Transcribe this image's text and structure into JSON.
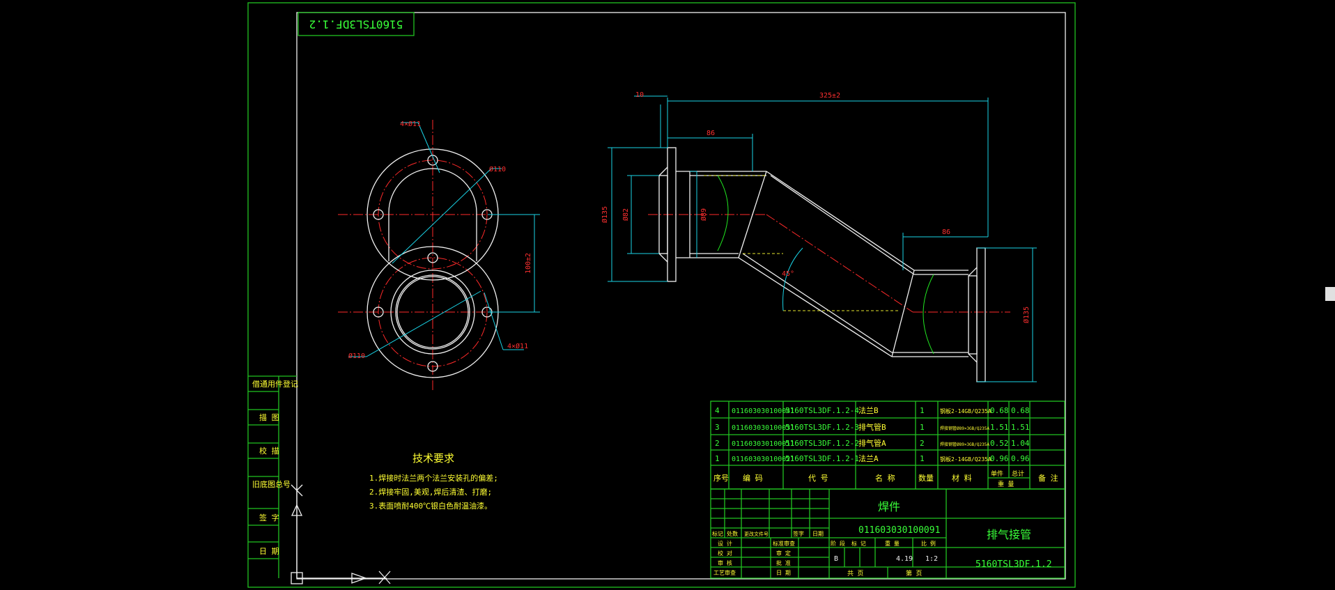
{
  "drawing": {
    "stamp_mirrored": "5160TSL3DF.1.2",
    "dims": {
      "d10": "10",
      "d325": "325±2",
      "d86a": "86",
      "d86b": "86",
      "d135a": "Ø135",
      "d135b": "Ø135",
      "d82": "Ø82",
      "d89": "Ø89",
      "d110a": "Ø110",
      "d110b": "Ø110",
      "holes_a": "4×Ø11",
      "holes_b": "4×Ø11",
      "d100": "100±2",
      "ang": "45°"
    },
    "tech": {
      "title": "技术要求",
      "lines": [
        "1.焊接时法兰两个法兰安装孔的偏差;",
        "2.焊接牢固,美观,焊后清渣、打磨;",
        "3.表面喷耐400℃银白色耐温油漆。"
      ]
    },
    "side_labels": [
      "借通用件登记",
      "描 图",
      "校 描",
      "旧底图总号",
      "签 字",
      "日 期"
    ],
    "bom": {
      "rows": [
        {
          "no": "4",
          "code": "011603030100041",
          "drw": "5160TSL3DF.1.2-4",
          "name": "法兰B",
          "qty": "1",
          "mat": "钢板2-14GB/Q235A",
          "unit": "0.68",
          "total": "0.68"
        },
        {
          "no": "3",
          "code": "011603030100031",
          "drw": "5160TSL3DF.1.2-3",
          "name": "排气管B",
          "qty": "1",
          "mat": "焊接钢管Ø89×3GB/Q235A",
          "unit": "1.51",
          "total": "1.51"
        },
        {
          "no": "2",
          "code": "011603030100011",
          "drw": "5160TSL3DF.1.2-2",
          "name": "排气管A",
          "qty": "2",
          "mat": "焊接钢管Ø89×3GB/Q235A",
          "unit": "0.52",
          "total": "1.04"
        },
        {
          "no": "1",
          "code": "011603030100021",
          "drw": "5160TSL3DF.1.2-1",
          "name": "法兰A",
          "qty": "1",
          "mat": "钢板2-14GB/Q235A",
          "unit": "0.96",
          "total": "0.96"
        }
      ],
      "header": {
        "no": "序号",
        "code": "编 码",
        "drw": "代 号",
        "name": "名 称",
        "qty": "数量",
        "mat": "材 料",
        "unit": "单件",
        "total": "总计",
        "weight": "重 量",
        "remark": "备 注"
      }
    },
    "title_block": {
      "part_type": "焊件",
      "code": "011603030100091",
      "part_name": "排气接管",
      "drawing_no": "5160TSL3DF.1.2",
      "stage": "B",
      "weight": "4.19",
      "scale": "1:2",
      "stage_label": "阶 段",
      "mark_label": "标 记",
      "weight_label": "重 量",
      "scale_label": "比 例",
      "sheets": "共 页",
      "sheet": "第 页",
      "mark_cols": [
        "标记",
        "处数",
        "更改文件号",
        "签字",
        "日期"
      ],
      "sign_rows": [
        "设 计",
        "校 对",
        "审 核",
        "工艺审查"
      ],
      "sign_rows2": [
        "标准审查",
        "审 定",
        "批 准",
        "日 期"
      ]
    }
  }
}
